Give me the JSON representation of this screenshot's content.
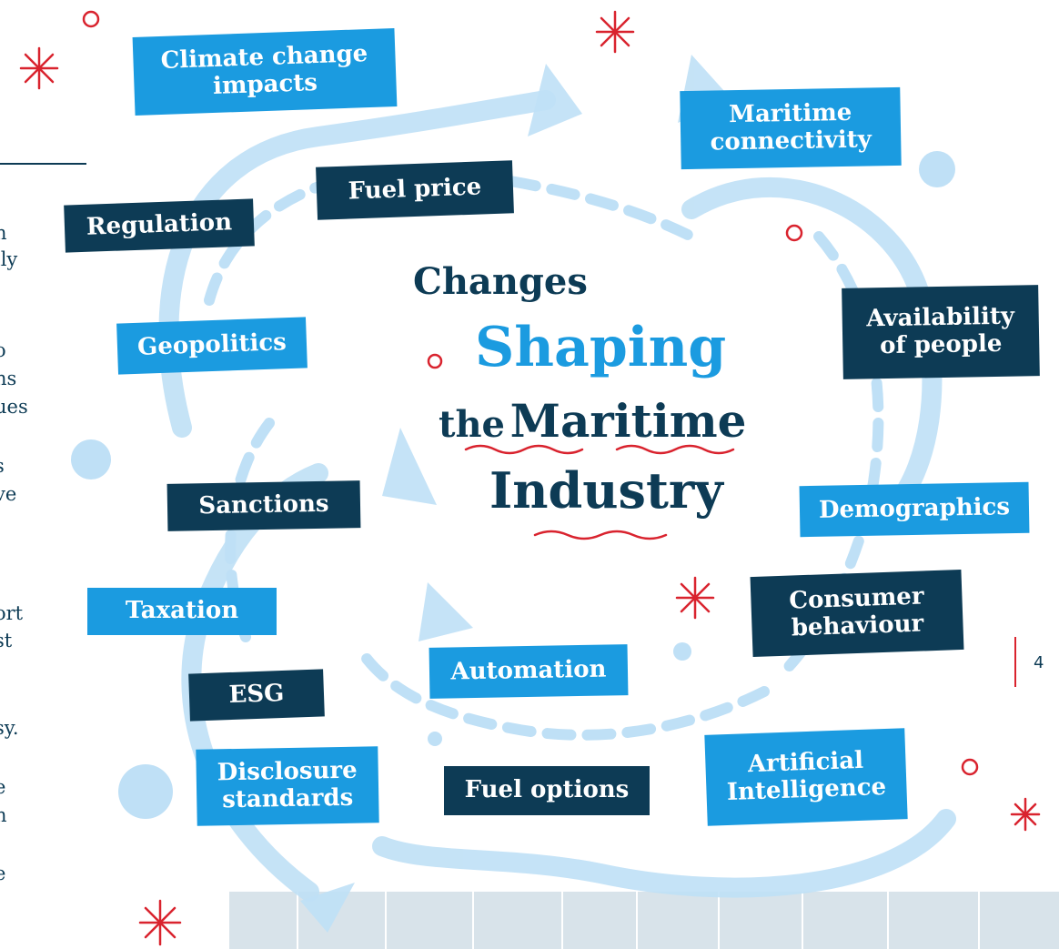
{
  "diagram": {
    "title": {
      "line1": "Changes",
      "line2": "Shaping",
      "line3_part1": "the",
      "line3_part2": "Maritime",
      "line4": "Industry"
    },
    "factors": [
      {
        "id": "climate",
        "label": "Climate change impacts",
        "style": "light"
      },
      {
        "id": "maritime-connectivity",
        "label": "Maritime connectivity",
        "style": "light"
      },
      {
        "id": "fuel-price",
        "label": "Fuel price",
        "style": "dark"
      },
      {
        "id": "regulation",
        "label": "Regulation",
        "style": "dark"
      },
      {
        "id": "geopolitics",
        "label": "Geopolitics",
        "style": "light"
      },
      {
        "id": "availability",
        "label": "Availability of people",
        "style": "dark"
      },
      {
        "id": "sanctions",
        "label": "Sanctions",
        "style": "dark"
      },
      {
        "id": "demographics",
        "label": "Demographics",
        "style": "light"
      },
      {
        "id": "taxation",
        "label": "Taxation",
        "style": "light"
      },
      {
        "id": "consumer",
        "label": "Consumer behaviour",
        "style": "dark"
      },
      {
        "id": "automation",
        "label": "Automation",
        "style": "light"
      },
      {
        "id": "esg",
        "label": "ESG",
        "style": "dark"
      },
      {
        "id": "disclosure",
        "label": "Disclosure standards",
        "style": "light"
      },
      {
        "id": "fuel-options",
        "label": "Fuel options",
        "style": "dark"
      },
      {
        "id": "ai",
        "label": "Artificial Intelligence",
        "style": "light"
      }
    ]
  },
  "left_column_fragments": [
    "n",
    "lly",
    "o",
    "ns",
    "ues",
    "s",
    "ve",
    "ort",
    "st",
    "sy.",
    "e",
    "n",
    "e"
  ],
  "page_number": "4",
  "colors": {
    "light_blue": "#1b9be0",
    "dark_navy": "#0d3b55",
    "accent_red": "#d9232e",
    "pale_blue": "#bfe0f6"
  }
}
